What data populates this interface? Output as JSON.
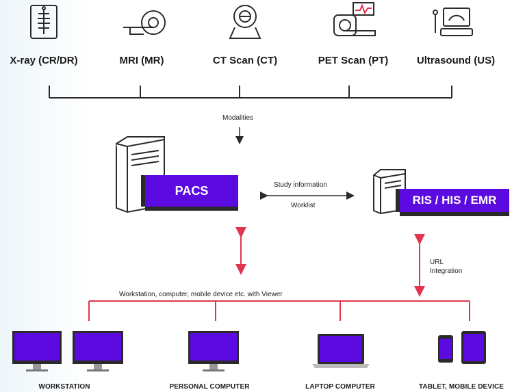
{
  "modalities": [
    {
      "label": "X-ray (CR/DR)",
      "icon": "xray-icon"
    },
    {
      "label": "MRI (MR)",
      "icon": "mri-icon"
    },
    {
      "label": "CT Scan (CT)",
      "icon": "ct-scanner-icon"
    },
    {
      "label": "PET Scan (PT)",
      "icon": "pet-scanner-icon"
    },
    {
      "label": "Ultrasound (US)",
      "icon": "ultrasound-icon"
    }
  ],
  "labels": {
    "modalities": "Modalities",
    "study_information": "Study information",
    "worklist": "Worklist",
    "url_integration_line1": "URL",
    "url_integration_line2": "Integration",
    "viewer_bus": "Workstation, computer, mobile device etc. with Viewer"
  },
  "systems": {
    "pacs": "PACS",
    "ris": "RIS / HIS / EMR"
  },
  "devices": [
    {
      "label": "WORKSTATION",
      "icon": "workstation-icon"
    },
    {
      "label": "PERSONAL COMPUTER",
      "icon": "monitor-icon"
    },
    {
      "label": "LAPTOP COMPUTER",
      "icon": "laptop-icon"
    },
    {
      "label": "TABLET, MOBILE DEVICE",
      "icon": "tablet-mobile-icon"
    }
  ],
  "colors": {
    "accent": "#5b0be0",
    "link_red": "#e0354f",
    "line_dark": "#2a2a2a"
  }
}
